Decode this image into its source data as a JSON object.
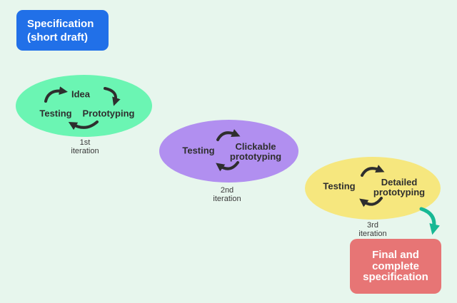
{
  "colors": {
    "background": "#e7f6ed",
    "spec_box_blue": "#2170e8",
    "ellipse_1_green": "#6bf5b3",
    "ellipse_2_purple": "#b18ff0",
    "ellipse_3_yellow": "#f6e77e",
    "final_box_red": "#e77575",
    "flow_arrow_teal": "#17b894",
    "cycle_arrow_dark": "#2e2e2e",
    "label_text_dark": "#2e2e2e",
    "caption_text": "#3a3a3a",
    "box_text_white": "#ffffff"
  },
  "start_box": {
    "line1": "Specification",
    "line2": "(short draft)"
  },
  "iterations": [
    {
      "caption_line1": "1st",
      "caption_line2": "iteration",
      "top_label": "Idea",
      "left_label": "Testing",
      "right_label": "Prototyping"
    },
    {
      "caption_line1": "2nd",
      "caption_line2": "iteration",
      "left_label": "Testing",
      "right_label_line1": "Clickable",
      "right_label_line2": "prototyping"
    },
    {
      "caption_line1": "3rd",
      "caption_line2": "iteration",
      "left_label": "Testing",
      "right_label_line1": "Detailed",
      "right_label_line2": "prototyping"
    }
  ],
  "final_box": {
    "line1": "Final and",
    "line2": "complete",
    "line3": "specification"
  },
  "icons": {
    "cycle_arrow": "curved-cycle-arrow",
    "flow_arrow": "curved-down-arrow"
  }
}
